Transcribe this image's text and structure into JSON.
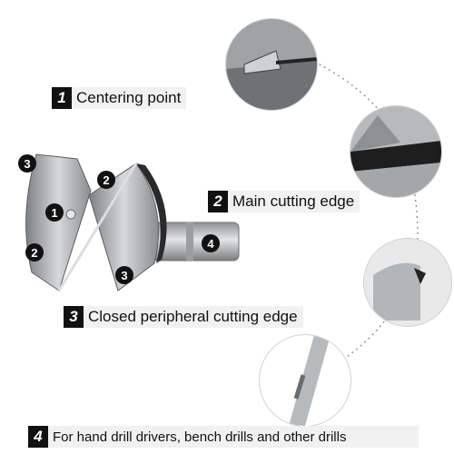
{
  "callouts": [
    {
      "num": "1",
      "label": "Centering point"
    },
    {
      "num": "2",
      "label": "Main cutting edge"
    },
    {
      "num": "3",
      "label": "Closed peripheral cutting edge"
    },
    {
      "num": "4",
      "label": "For hand drill drivers, bench drills and other drills"
    }
  ],
  "markers": [
    "3",
    "1",
    "2",
    "2",
    "3",
    "4"
  ],
  "colors": {
    "badge": "#111111",
    "callout_bg": "#f1f1f1",
    "steel": "#a9acaf",
    "dark_steel": "#2a2a2a"
  }
}
